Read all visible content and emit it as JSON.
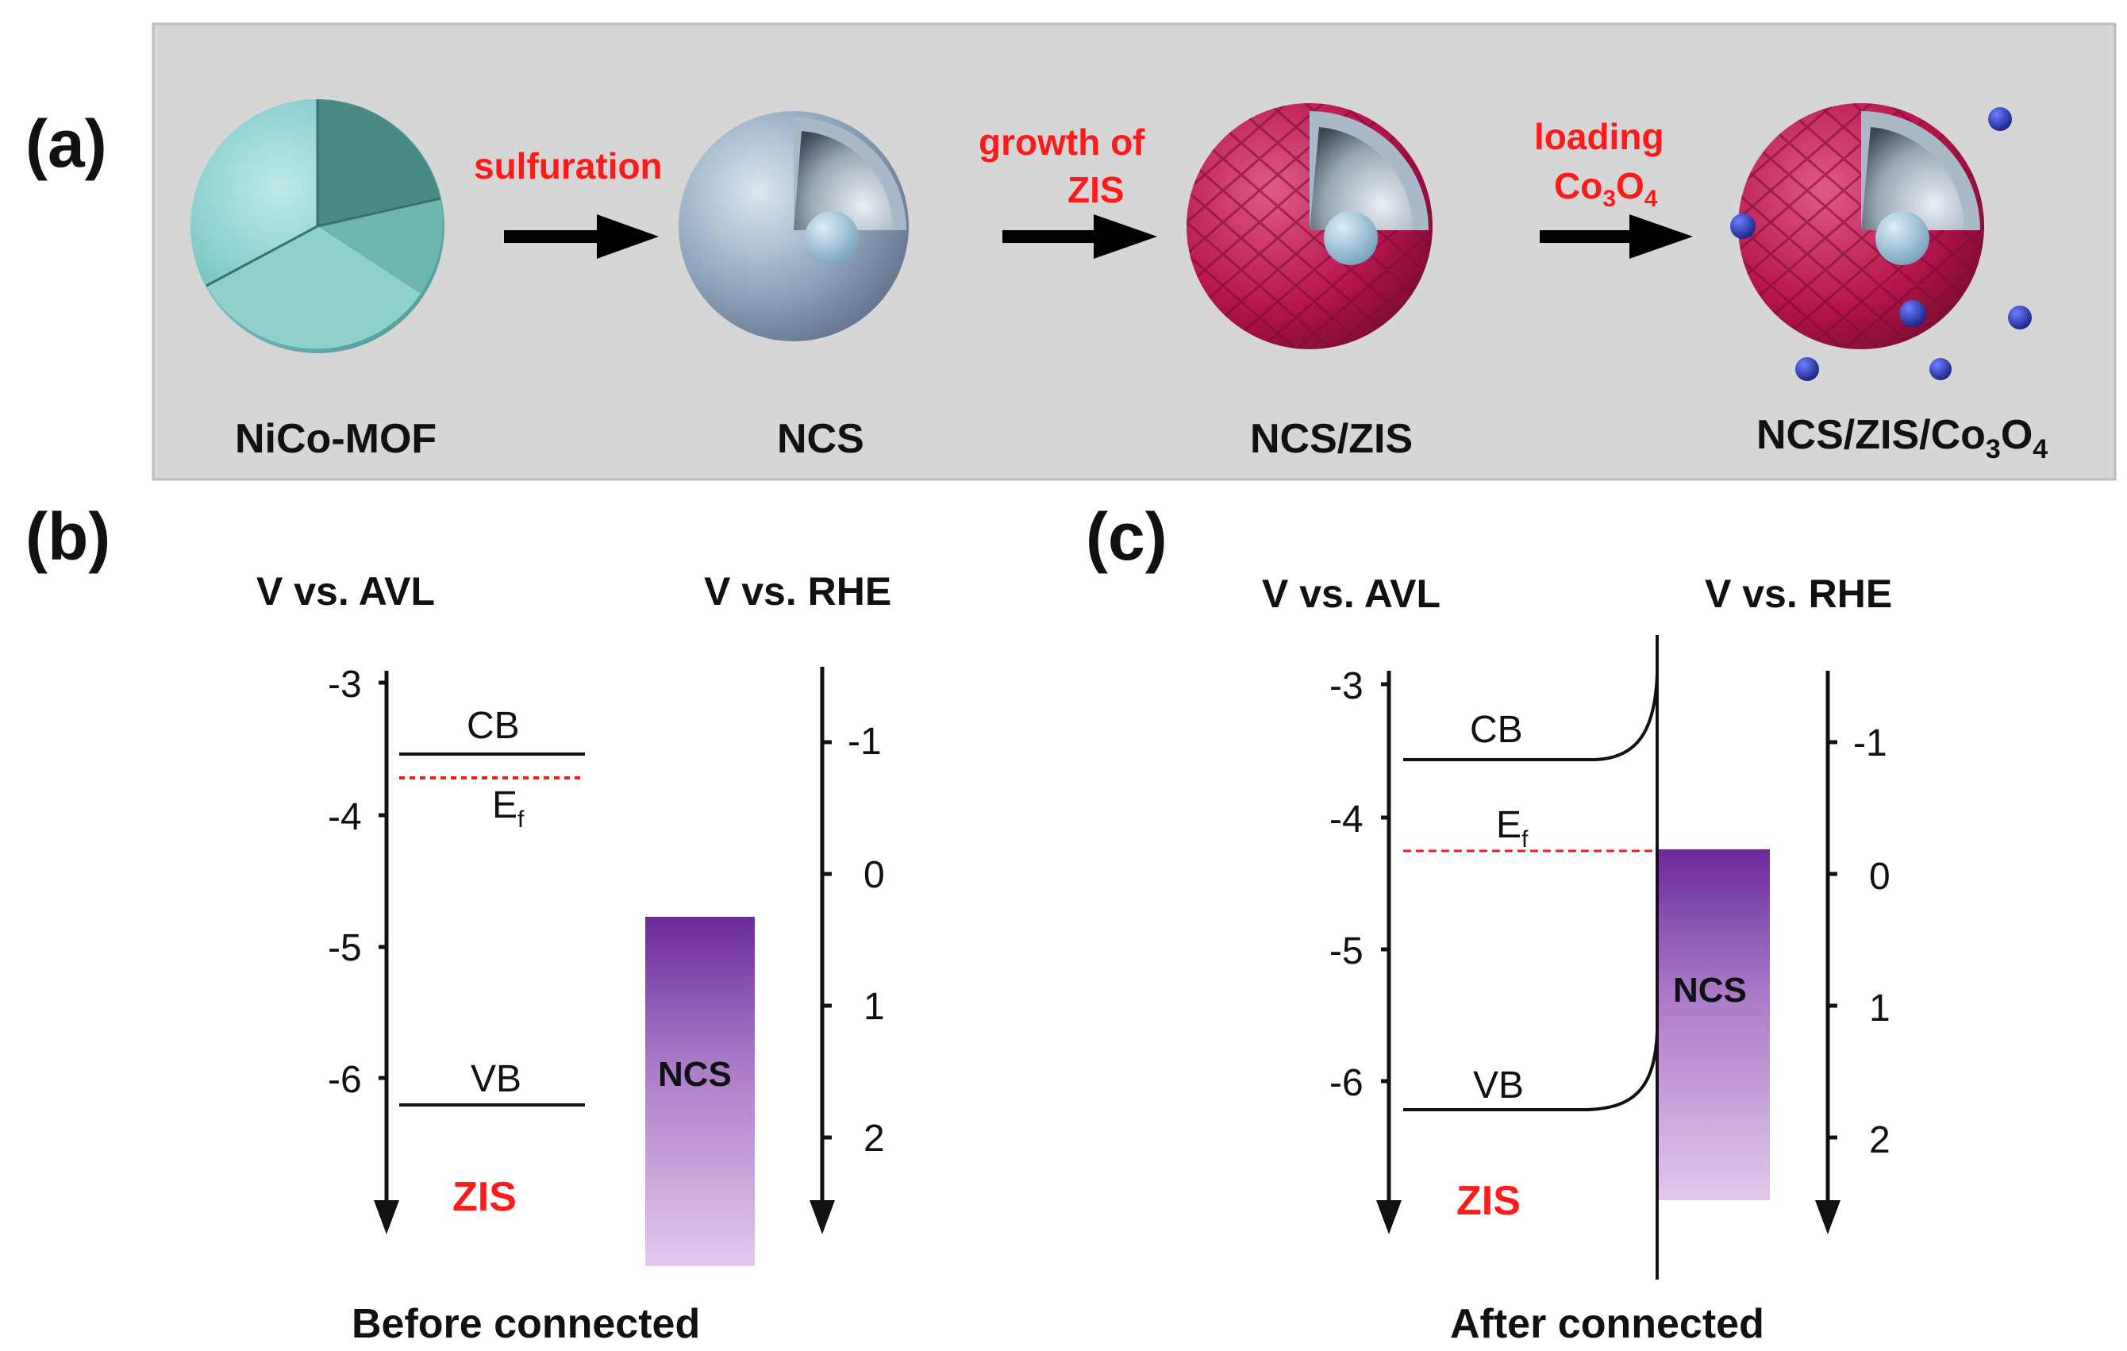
{
  "panels": {
    "a": "(a)",
    "b": "(b)",
    "c": "(c)"
  },
  "scheme": {
    "steps": [
      "sulfuration",
      "growth of",
      "ZIS",
      "loading"
    ],
    "co3o4_step": {
      "co": "Co",
      "sub1": "3",
      "o": "O",
      "sub2": "4"
    },
    "materials": [
      "NiCo-MOF",
      "NCS",
      "NCS/ZIS"
    ],
    "final_material": {
      "main": "NCS/ZIS/Co",
      "sub1": "3",
      "o": "O",
      "sub2": "4"
    }
  },
  "band_b": {
    "left_axis_title": "V vs. AVL",
    "right_axis_title": "V vs. RHE",
    "left_ticks": [
      "-3",
      "-4",
      "-5",
      "-6"
    ],
    "right_ticks": [
      "-1",
      "0",
      "1",
      "2"
    ],
    "cb": "CB",
    "vb": "VB",
    "ef": {
      "main": "E",
      "sub": "f"
    },
    "zis": "ZIS",
    "ncs": "NCS",
    "caption": "Before connected",
    "levels_V_vs_AVL": {
      "CB": -3.55,
      "Ef": -3.72,
      "VB": -6.2,
      "NCS_top": -4.8
    }
  },
  "band_c": {
    "left_axis_title": "V vs. AVL",
    "right_axis_title": "V vs. RHE",
    "left_ticks": [
      "-3",
      "-4",
      "-5",
      "-6"
    ],
    "right_ticks": [
      "-1",
      "0",
      "1",
      "2"
    ],
    "cb": "CB",
    "vb": "VB",
    "ef": {
      "main": "E",
      "sub": "f"
    },
    "zis": "ZIS",
    "ncs": "NCS",
    "caption": "After connected",
    "levels_V_vs_AVL": {
      "CB": -3.55,
      "Ef": -4.25,
      "VB": -6.2,
      "NCS_top": -4.25
    }
  },
  "colors": {
    "scheme_bg": "#d6d6d6",
    "mof": "#7ec8c8",
    "ncs_shell": "#8fa5bd",
    "zis": "#b5154d",
    "co3o4": "#1a2a9a",
    "ncs_block_top": "#6a2a9a",
    "ncs_block_bottom": "#e2c4ea",
    "label_red": "#ff1a1a"
  }
}
